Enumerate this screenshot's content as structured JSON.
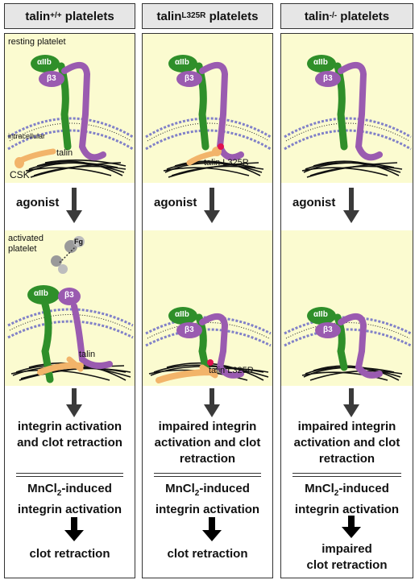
{
  "headers": [
    {
      "base": "talin",
      "sup": "+/+",
      "suffix": " platelets"
    },
    {
      "base": "talin",
      "sup": "L325R",
      "suffix": " platelets"
    },
    {
      "base": "talin",
      "sup": "-/-",
      "suffix": " platelets"
    }
  ],
  "labels": {
    "resting": "resting platelet",
    "intracellular": "intracellular",
    "csk": "CSK",
    "activated_line1": "activated",
    "activated_line2": "platelet",
    "aiib": "αIIb",
    "b3": "β3",
    "fg": "Fg",
    "talin": "talin",
    "talin_mut": "talin L325R",
    "agonist": "agonist"
  },
  "columns": [
    {
      "outcome": [
        "integrin activation",
        "and clot retraction"
      ],
      "mn_line1_pre": "MnCl",
      "mn_sub": "2",
      "mn_line1_post": "-induced",
      "mn_line2": "integrin activation",
      "final": [
        "clot retraction"
      ]
    },
    {
      "outcome": [
        "impaired integrin",
        "activation and clot",
        "retraction"
      ],
      "mn_line1_pre": "MnCl",
      "mn_sub": "2",
      "mn_line1_post": "-induced",
      "mn_line2": "integrin activation",
      "final": [
        "clot retraction"
      ]
    },
    {
      "outcome": [
        "impaired integrin",
        "activation and clot",
        "retraction"
      ],
      "mn_line1_pre": "MnCl",
      "mn_sub": "2",
      "mn_line1_post": "-induced",
      "mn_line2": "integrin activation",
      "final": [
        "impaired",
        "clot retraction"
      ]
    }
  ],
  "colors": {
    "zone": "#fbfbd0",
    "aiib": "#2f8f2a",
    "b3": "#9a5bb0",
    "talin": "#f2b46a",
    "mutation": "#e0114f",
    "membrane": "#8080c8",
    "arrow": "#3a3a3a"
  }
}
